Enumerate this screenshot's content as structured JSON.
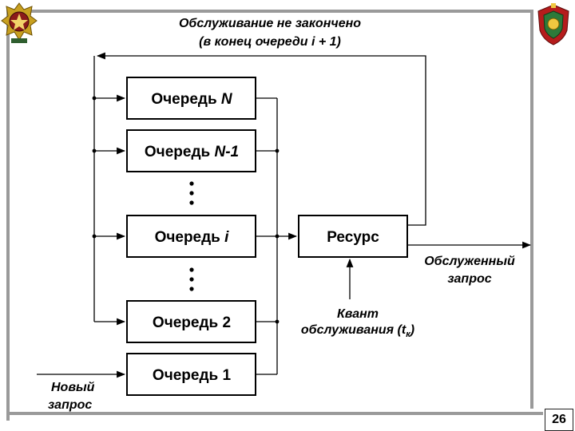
{
  "top_note": {
    "line1": "Обслуживание  не  закончено",
    "line2": "(в  конец  очереди  i + 1)"
  },
  "queues": {
    "n": {
      "prefix": "Очередь ",
      "index": "N"
    },
    "n_minus_1": {
      "prefix": "Очередь ",
      "index": "N-1"
    },
    "i": {
      "prefix": "Очередь ",
      "index": "i"
    },
    "q2": {
      "label": "Очередь  2"
    },
    "q1": {
      "label": "Очередь  1"
    }
  },
  "resource": {
    "label": "Ресурс"
  },
  "served": {
    "line1": "Обслуженный",
    "line2": "запрос"
  },
  "new_request": {
    "line1": "Новый",
    "line2": "запрос"
  },
  "quantum": {
    "line1": "Квант",
    "line2": "обслуживания  (t",
    "subscript": "к",
    "close": ")"
  },
  "page_number": "26"
}
